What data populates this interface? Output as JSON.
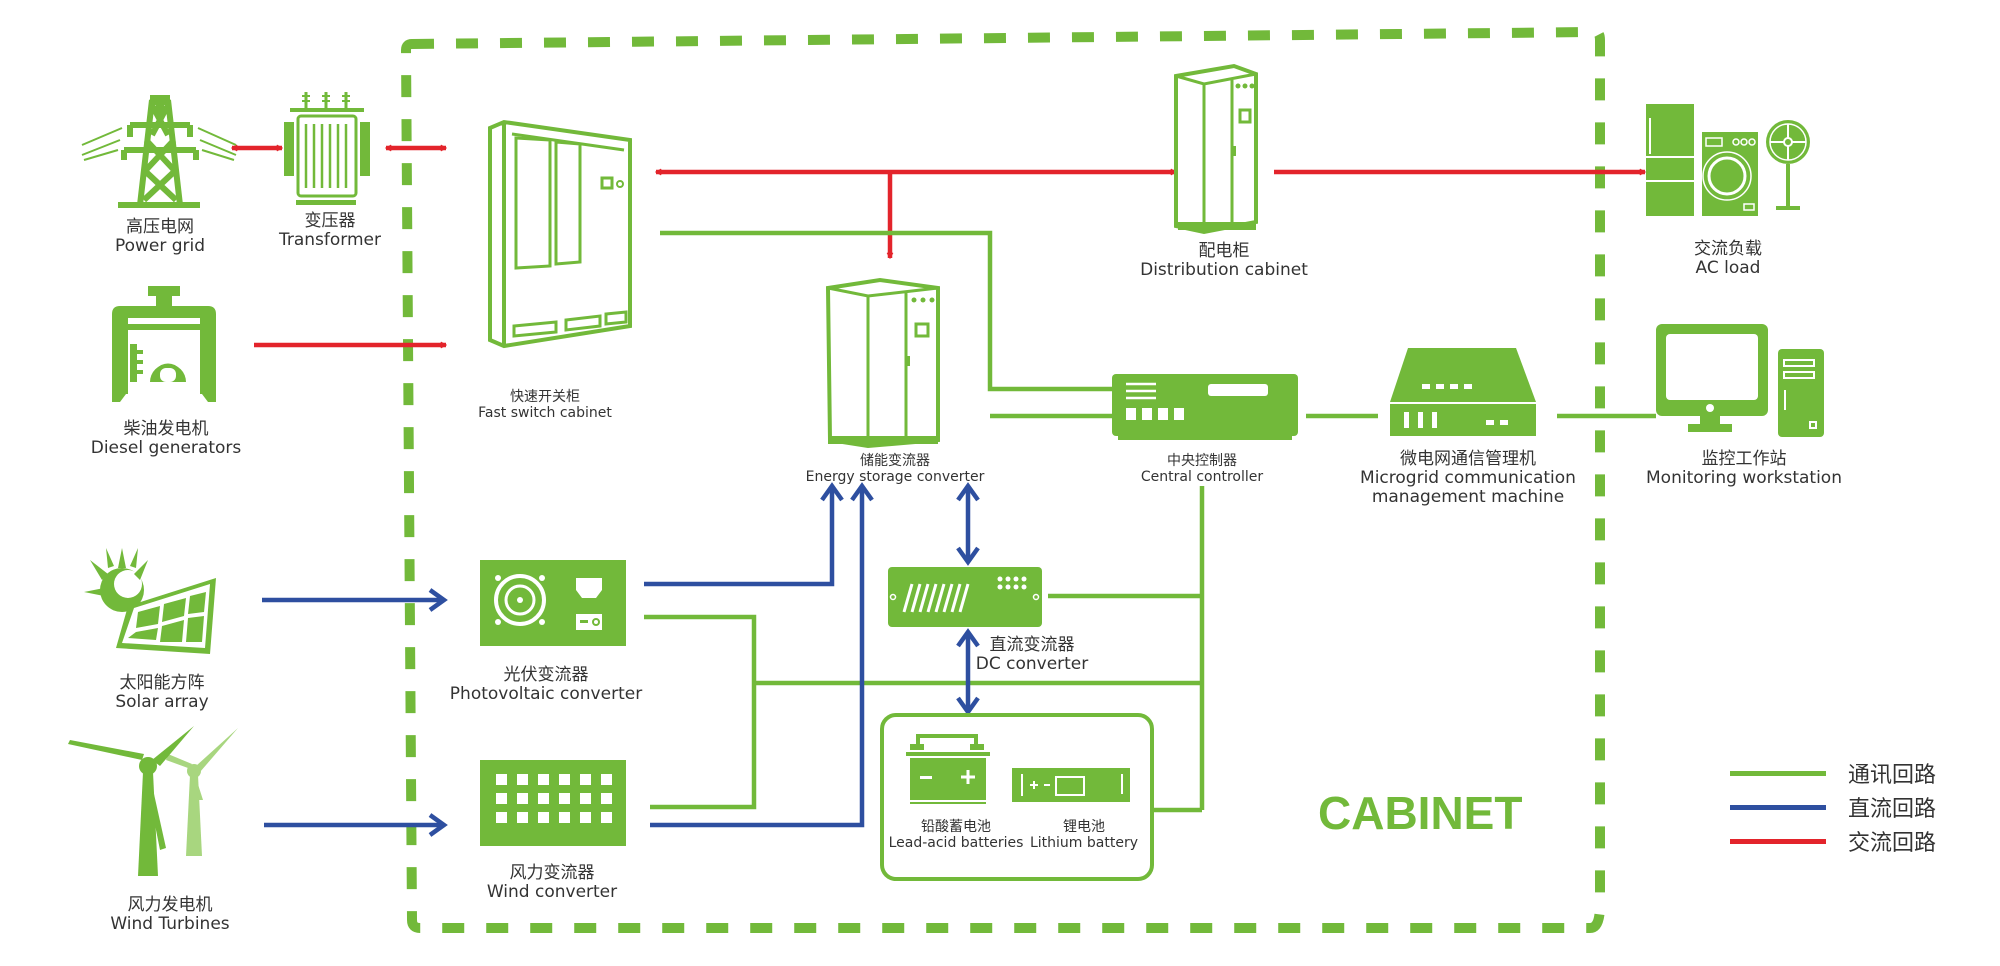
{
  "colors": {
    "green": "#72b93a",
    "light_green": "#a8d67f",
    "blue": "#2e4fa0",
    "red": "#e3242b",
    "text": "#333333"
  },
  "cabinet_label": "CABINET",
  "nodes": {
    "power_grid": {
      "cn": "高压电网",
      "en": "Power grid",
      "icon": "transmission-tower-icon"
    },
    "transformer": {
      "cn": "变压器",
      "en": "Transformer",
      "icon": "transformer-icon"
    },
    "diesel": {
      "cn": "柴油发电机",
      "en": "Diesel generators",
      "icon": "diesel-generator-icon"
    },
    "solar": {
      "cn": "太阳能方阵",
      "en": "Solar array",
      "icon": "solar-panel-icon"
    },
    "wind": {
      "cn": "风力发电机",
      "en": "Wind Turbines",
      "icon": "wind-turbine-icon"
    },
    "fast_switch": {
      "cn": "快速开关柜",
      "en": "Fast switch cabinet",
      "icon": "switch-cabinet-icon"
    },
    "energy_storage": {
      "cn": "储能变流器",
      "en": "Energy storage converter",
      "icon": "storage-converter-icon"
    },
    "distribution": {
      "cn": "配电柜",
      "en": "Distribution cabinet",
      "icon": "distribution-cabinet-icon"
    },
    "central_controller": {
      "cn": "中央控制器",
      "en": "Central controller",
      "icon": "controller-icon"
    },
    "comm_machine": {
      "cn": "微电网通信管理机",
      "en1": "Microgrid communication",
      "en2": "management machine",
      "icon": "communication-machine-icon"
    },
    "pv_converter": {
      "cn": "光伏变流器",
      "en": "Photovoltaic converter",
      "icon": "pv-converter-icon"
    },
    "wind_converter": {
      "cn": "风力变流器",
      "en": "Wind converter",
      "icon": "wind-converter-icon"
    },
    "dc_converter": {
      "cn": "直流变流器",
      "en": "DC converter",
      "icon": "dc-converter-icon"
    },
    "lead_acid": {
      "cn": "铅酸蓄电池",
      "en": "Lead-acid batteries",
      "icon": "lead-acid-battery-icon"
    },
    "lithium": {
      "cn": "锂电池",
      "en": "Lithium battery",
      "icon": "lithium-battery-icon"
    },
    "ac_load": {
      "cn": "交流负载",
      "en": "AC load",
      "icon": "appliances-icon"
    },
    "workstation": {
      "cn": "监控工作站",
      "en": "Monitoring workstation",
      "icon": "computer-icon"
    }
  },
  "legend": [
    {
      "label": "通讯回路",
      "meaning": "communication circuit",
      "color": "#72b93a"
    },
    {
      "label": "直流回路",
      "meaning": "DC circuit",
      "color": "#2e4fa0"
    },
    {
      "label": "交流回路",
      "meaning": "AC circuit",
      "color": "#e3242b"
    }
  ],
  "connections": [
    {
      "from": "power_grid",
      "to": "transformer",
      "type": "ac",
      "direction": "both"
    },
    {
      "from": "transformer",
      "to": "fast_switch",
      "type": "ac",
      "direction": "both"
    },
    {
      "from": "diesel",
      "to": "fast_switch",
      "type": "ac",
      "direction": "forward"
    },
    {
      "from": "fast_switch",
      "to": "distribution",
      "type": "ac",
      "direction": "both"
    },
    {
      "from": "fast_switch",
      "to": "energy_storage",
      "type": "ac",
      "direction": "forward"
    },
    {
      "from": "distribution",
      "to": "ac_load",
      "type": "ac",
      "direction": "forward"
    },
    {
      "from": "solar",
      "to": "pv_converter",
      "type": "dc",
      "direction": "forward"
    },
    {
      "from": "wind",
      "to": "wind_converter",
      "type": "dc",
      "direction": "forward"
    },
    {
      "from": "pv_converter",
      "to": "energy_storage",
      "type": "dc",
      "direction": "forward"
    },
    {
      "from": "wind_converter",
      "to": "energy_storage",
      "type": "dc",
      "direction": "forward"
    },
    {
      "from": "energy_storage",
      "to": "dc_converter",
      "type": "dc",
      "direction": "both"
    },
    {
      "from": "dc_converter",
      "to": "batteries",
      "type": "dc",
      "direction": "both"
    },
    {
      "from": "fast_switch",
      "to": "central_controller",
      "type": "comm"
    },
    {
      "from": "energy_storage",
      "to": "central_controller",
      "type": "comm"
    },
    {
      "from": "central_controller",
      "to": "comm_machine",
      "type": "comm"
    },
    {
      "from": "comm_machine",
      "to": "workstation",
      "type": "comm"
    },
    {
      "from": "dc_converter",
      "to": "central_controller",
      "type": "comm"
    },
    {
      "from": "pv_converter",
      "to": "central_controller",
      "type": "comm"
    },
    {
      "from": "wind_converter",
      "to": "central_controller",
      "type": "comm"
    },
    {
      "from": "batteries",
      "to": "central_controller",
      "type": "comm"
    }
  ]
}
